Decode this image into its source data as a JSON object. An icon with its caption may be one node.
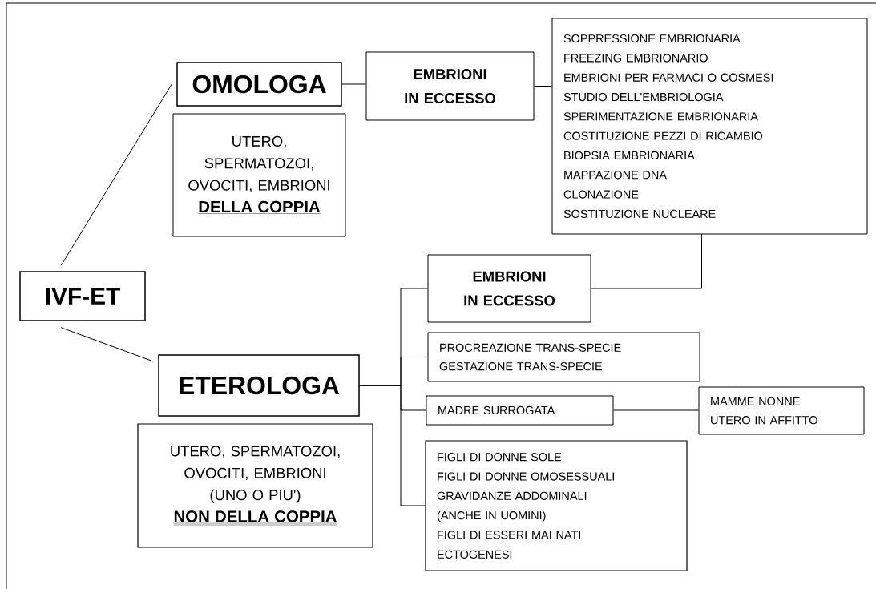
{
  "diagram": {
    "nodes": [
      {
        "text": [
          "IVF-ET"
        ]
      },
      {
        "text": [
          "OMOLOGA"
        ]
      },
      {
        "text": [
          "UTERO, SPERMATOZOI, OVOCITI, EMBRIONI",
          "DELLA COPPIA"
        ]
      },
      {
        "text": [
          "EMBRIONI IN ECCESSO"
        ]
      },
      {
        "text": [
          "SOPPRESSIONE EMBRIONARIA",
          "FREEZING EMBRIONARIO",
          "EMBRIONI PER FARMACI O COSMESI",
          "STUDIO DELL'EMBRIOLOGIA",
          "SPERIMENTAZIONE EMBRIONARIA",
          "COSTITUZIONE PEZZI DI RICAMBIO",
          "BIOPSIA EMBRIONARIA",
          "MAPPAZIONE DNA",
          "CLONAZIONE",
          "SOSTITUZIONE NUCLEARE"
        ]
      },
      {
        "text": [
          "ETEROLOGA"
        ]
      },
      {
        "text": [
          "UTERO, SPERMATOZOI, OVOCITI, EMBRIONI (UNO O PIU')",
          "NON DELLA COPPIA"
        ]
      },
      {
        "text": [
          "EMBRIONI IN ECCESSO"
        ]
      },
      {
        "text": [
          "PROCREAZIONE TRANS-SPECIE",
          "GESTAZIONE TRANS-SPECIE"
        ]
      },
      {
        "text": [
          "MADRE SURROGATA"
        ]
      },
      {
        "text": [
          "MAMME NONNE",
          "UTERO IN AFFITTO"
        ]
      },
      {
        "text": [
          "FIGLI DI DONNE SOLE",
          "FIGLI DI DONNE OMOSESSUALI",
          "GRAVIDANZE ADDOMINALI (ANCHE IN UOMINI)",
          "FIGLI DI ESSERI MAI NATI",
          "ECTOGENESI"
        ]
      }
    ],
    "edges": [
      {
        "from": 0,
        "to": 1,
        "arrow": "none"
      },
      {
        "from": 0,
        "to": 5,
        "arrow": "none"
      },
      {
        "from": 1,
        "to": 3,
        "arrow": "none"
      },
      {
        "from": 3,
        "to": 4,
        "arrow": "none"
      },
      {
        "from": 5,
        "to": 7,
        "arrow": "none"
      },
      {
        "from": 5,
        "to": 8,
        "arrow": "none"
      },
      {
        "from": 5,
        "to": 9,
        "arrow": "none"
      },
      {
        "from": 5,
        "to": 11,
        "arrow": "none"
      },
      {
        "from": 7,
        "to": 4,
        "arrow": "none"
      },
      {
        "from": 9,
        "to": 10,
        "arrow": "none"
      }
    ]
  }
}
